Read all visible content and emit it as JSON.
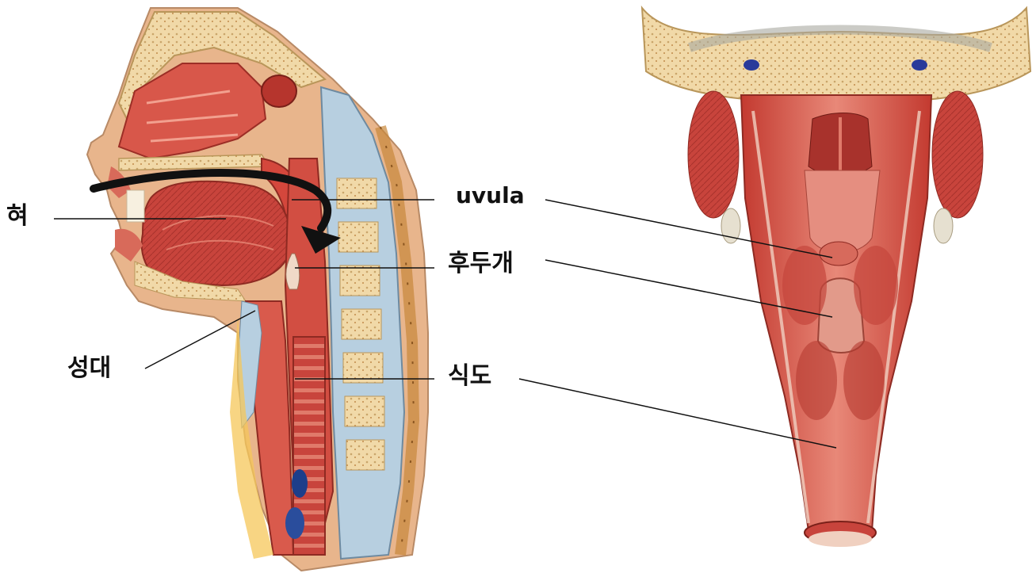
{
  "labels": {
    "tongue": "혀",
    "uvula": "uvula",
    "epiglottis": "후두개",
    "vocal_cords": "성대",
    "esophagus": "식도"
  },
  "colors": {
    "muscle": "#c8443c",
    "muscle_light": "#e07a6a",
    "muscle_dark": "#8e2a22",
    "bone": "#f1d9a8",
    "bone_dark": "#c9a56a",
    "cartilage": "#b7cfe0",
    "fat": "#f5c75a",
    "vein": "#1d3e8a",
    "arrow": "#111111",
    "leader_line": "#111111"
  }
}
